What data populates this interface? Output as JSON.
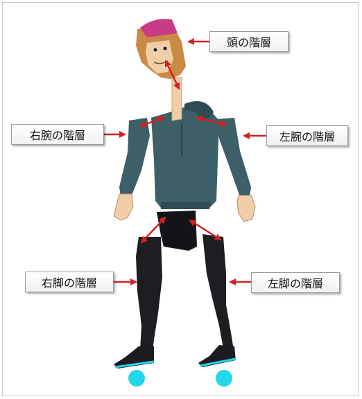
{
  "labels": {
    "head": "頭の階層",
    "right_arm": "右腕の階層",
    "left_arm": "左腕の階層",
    "right_leg": "右脚の階層",
    "left_leg": "左脚の階層"
  },
  "colors": {
    "arrow": "#d42020",
    "hoodie": "#3c5f68",
    "pants": "#1d1d22",
    "skin": "#f0cfa8",
    "hair": "#c98a45",
    "hat": "#c93b86",
    "shoe_accent": "#24d6ea"
  }
}
